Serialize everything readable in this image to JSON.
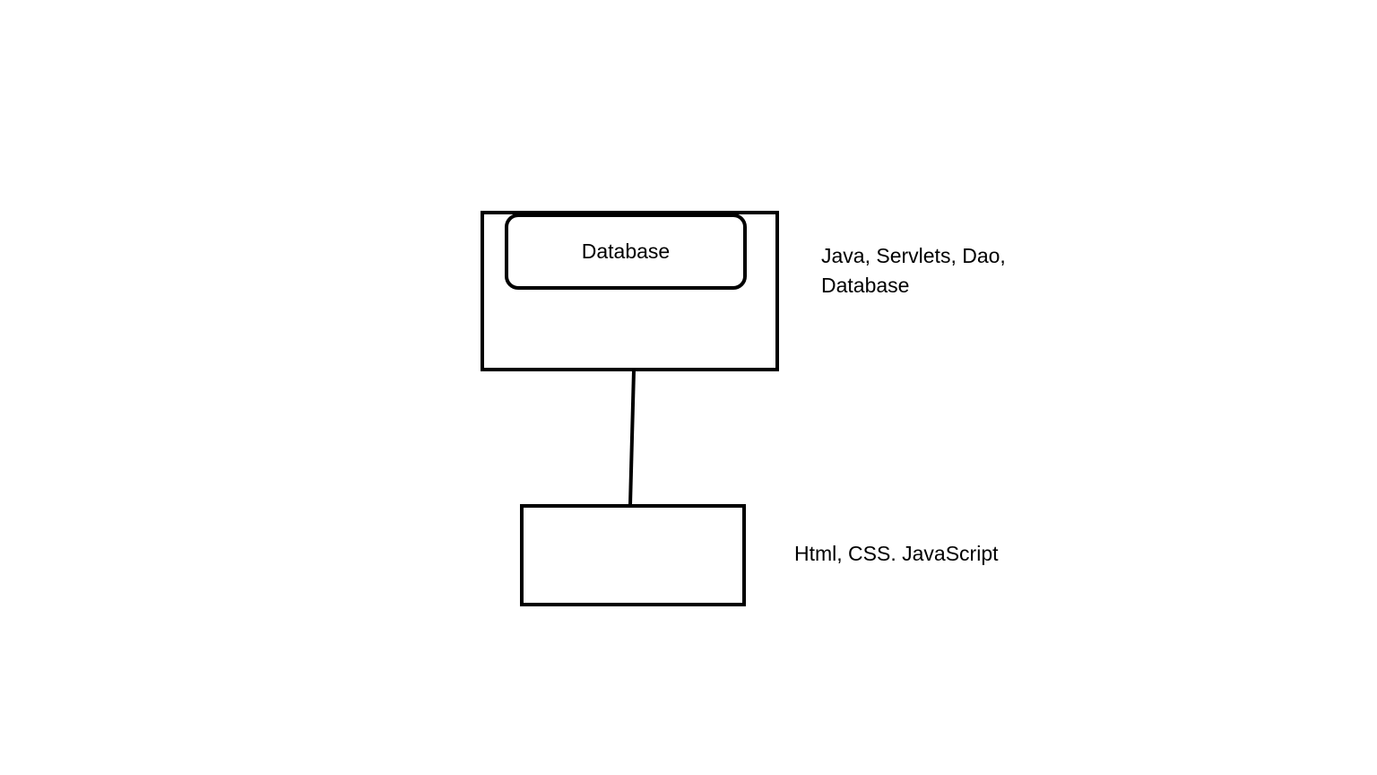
{
  "diagram": {
    "background": "#ffffff",
    "stroke_color": "#000000",
    "nodes": {
      "server": {
        "inner": {
          "label": "Database"
        },
        "annotation_lines": [
          "Java, Servlets, Dao,",
          "Database"
        ]
      },
      "client": {
        "annotation": "Html, CSS. JavaScript"
      }
    },
    "edges": [
      {
        "from": "server",
        "to": "client",
        "label": ""
      }
    ]
  }
}
